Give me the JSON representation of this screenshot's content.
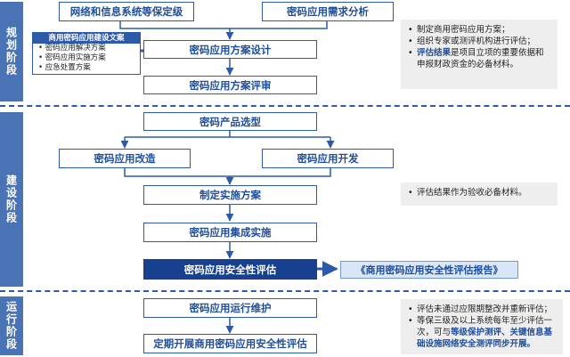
{
  "stages": {
    "planning": "规划阶段",
    "construction": "建设阶段",
    "operation": "运行阶段"
  },
  "boxes": {
    "protection": "网络和信息系统等保定级",
    "requirements": "密码应用需求分析",
    "design": "密码应用方案设计",
    "review": "密码应用方案评审",
    "product_selection": "密码产品选型",
    "transformation": "密码应用改造",
    "development": "密码应用开发",
    "implementation_plan": "制定实施方案",
    "integration": "密码应用集成实施",
    "security_eval": "密码应用安全性评估",
    "maintenance": "密码应用运行维护",
    "periodic_eval": "定期开展商用密码应用安全性评估"
  },
  "construction_doc": {
    "title": "商用密码应用建设文案",
    "items": [
      "密码应用解决方案",
      "密码应用实施方案",
      "应急处置方案"
    ]
  },
  "report": "《商用密码应用安全性评估报告》",
  "notes": {
    "planning": {
      "bullet1": "制定商用密码应用方案；",
      "bullet2": "组织专家或测评机构进行评估；",
      "bullet3_hl": "评估结果",
      "bullet3_rest": "是项目立项的重要依据和申报财政资金的必备材料。"
    },
    "construction": {
      "bullet1": "评估结果作为验收必备材料。"
    },
    "operation": {
      "bullet1": "评估未通过应限期整改并重新评估；",
      "bullet2": "等保三级及以上系统每年至少评估一次，可与",
      "bullet2_hl": "等级保护测评、关键信息基础设施网络安全测评同步开展。"
    }
  },
  "colors": {
    "stage": "#4a73b5",
    "border": "#2d5aa8",
    "dark": "#17418f",
    "note_bg": "#eeeeee",
    "report_bg": "#d9e6f7"
  }
}
